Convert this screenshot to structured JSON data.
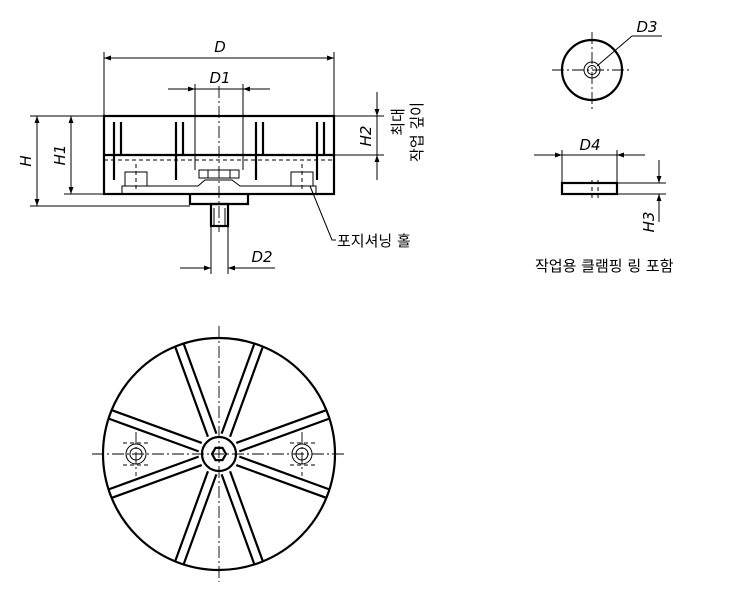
{
  "labels": {
    "d": "D",
    "d1": "D1",
    "d2": "D2",
    "d3": "D3",
    "d4": "D4",
    "h": "H",
    "h1": "H1",
    "h2": "H2",
    "h3": "H3",
    "max_depth_line1": "최대",
    "max_depth_line2": "작업 깊이",
    "positioning_hole": "포지셔닝 홀",
    "clamping_ring_note": "작업용 클램핑 링 포함"
  }
}
